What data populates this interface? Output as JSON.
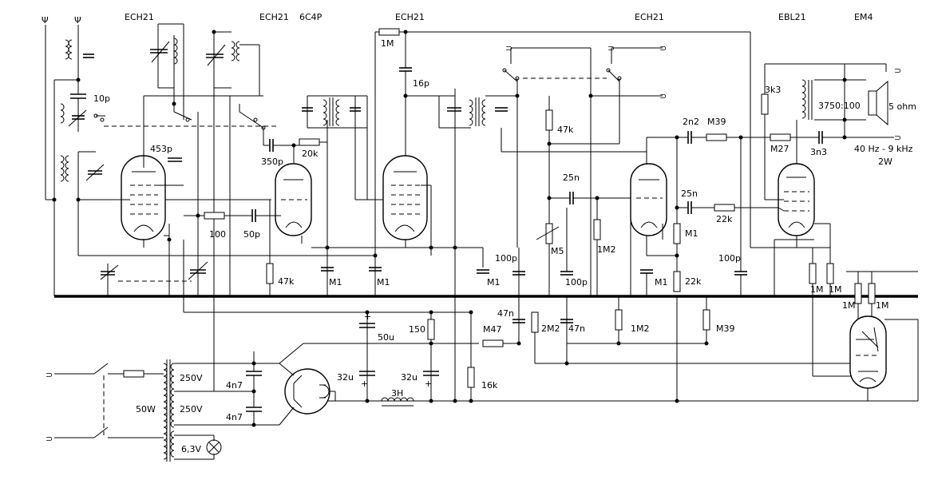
{
  "tubes": {
    "t1": "ECH21",
    "t2": "ECH21",
    "t3": "6C4P",
    "t4": "ECH21",
    "t5": "ECH21",
    "t6": "EBL21",
    "t7": "EM4"
  },
  "labels": {
    "c_10p": "10p",
    "c_453p": "453p",
    "c_350p": "350p",
    "r_20k": "20k",
    "r_1M_top": "1M",
    "c_16p": "16p",
    "r_47k_a": "47k",
    "r_100": "100",
    "c_50p": "50p",
    "r_47k_b": "47k",
    "c_M1_a": "M1",
    "c_M1_b": "M1",
    "c_25n_a": "25n",
    "c_100p_a": "100p",
    "c_M1_c": "M1",
    "pot_M5": "M5",
    "c_100p_b": "100p",
    "r_1M2_a": "1M2",
    "c_M1_d": "M1",
    "c_2n2": "2n2",
    "r_M39_a": "M39",
    "r_M27": "M27",
    "c_3n3": "3n3",
    "r_3k3": "3k3",
    "transformer": "3750:100",
    "speaker": "5 ohm",
    "freq": "40 Hz - 9 kHz",
    "power": "2W",
    "c_25n_b": "25n",
    "r_22k_a": "22k",
    "r_M1_e": "M1",
    "r_22k_b": "22k",
    "c_100p_c": "100p",
    "r_1M_a": "1M",
    "r_1M_b": "1M",
    "r_1M_c": "1M",
    "r_1M_d": "1M",
    "c_47n_a": "47n",
    "r_2M2": "2M2",
    "c_47n_b": "47n",
    "r_1M2_b": "1M2",
    "r_M39_b": "M39",
    "r_M47": "M47",
    "r_150": "150",
    "c_50u": "50u",
    "c_32u_a": "32u",
    "c_32u_b": "32u",
    "choke": "3H",
    "r_16k": "16k",
    "c_4n7_a": "4n7",
    "c_4n7_b": "4n7",
    "v_250_a": "250V",
    "v_250_b": "250V",
    "pwr_50W": "50W",
    "v_63": "6,3V"
  }
}
